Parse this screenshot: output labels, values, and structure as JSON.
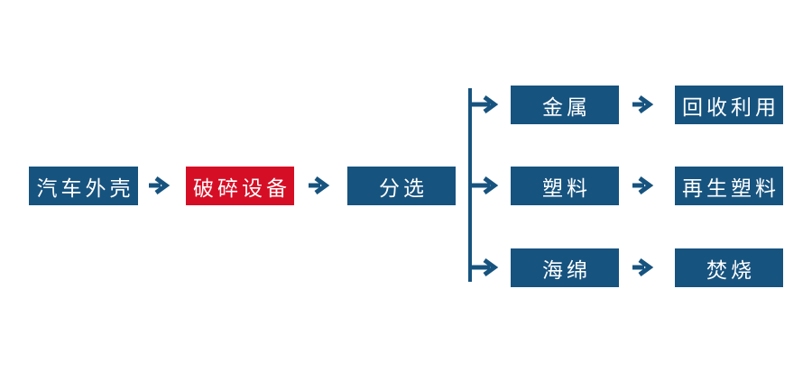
{
  "colors": {
    "blue": "#17537F",
    "red": "#D60E25",
    "text": "#FFFFFF",
    "background": "#FFFFFF"
  },
  "icons": {
    "arrow_right": "arrow-right"
  },
  "flow": {
    "main": [
      {
        "id": "car-shell",
        "label": "汽车外壳",
        "color": "blue"
      },
      {
        "id": "crusher",
        "label": "破碎设备",
        "color": "red"
      },
      {
        "id": "sorting",
        "label": "分选",
        "color": "blue"
      }
    ],
    "branches": [
      {
        "source": "金属",
        "result": "回收利用"
      },
      {
        "source": "塑料",
        "result": "再生塑料"
      },
      {
        "source": "海绵",
        "result": "焚烧"
      }
    ]
  }
}
